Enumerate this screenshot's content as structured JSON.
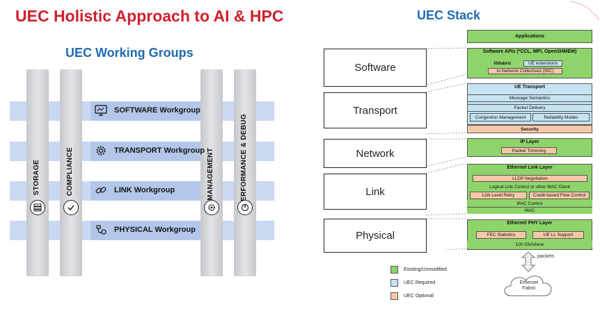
{
  "title": "UEC Holistic Approach to AI & HPC",
  "working_groups_title": "UEC Working Groups",
  "stack_title": "UEC Stack",
  "workgroups": [
    {
      "label": "SOFTWARE Workgroup",
      "icon": "monitor-icon"
    },
    {
      "label": "TRANSPORT Workgroup",
      "icon": "gear-icon"
    },
    {
      "label": "LINK Workgroup",
      "icon": "chain-link-icon"
    },
    {
      "label": "PHYSICAL Workgroup",
      "icon": "cable-plug-icon"
    }
  ],
  "vertical_groups": [
    {
      "label": "STORAGE",
      "icon": "storage-icon"
    },
    {
      "label": "COMPLIANCE",
      "icon": "check-circle-icon"
    },
    {
      "label": "MANAGEMENT",
      "icon": "gear-icon"
    },
    {
      "label": "PERFORMANCE & DEBUG",
      "icon": "gauge-icon"
    }
  ],
  "layers": [
    "Software",
    "Transport",
    "Network",
    "Link",
    "Physical"
  ],
  "stack": {
    "applications": "Applications",
    "software": {
      "header": "Software APIs (*CCL, MPI, OpenSHMEM)",
      "libfabric": "libfabric",
      "ue_extensions": "UE extensions",
      "inc": "In-Network Collectives (INC)"
    },
    "transport": {
      "header": "UE Transport",
      "message_semantics": "Message Semantics",
      "packet_delivery": "Packet Delivery",
      "congestion": "Congestion Management",
      "reliability": "Reliability Modes",
      "security": "Security"
    },
    "network": {
      "header": "IP Layer",
      "packet_trimming": "Packet Trimming"
    },
    "link": {
      "header": "Ethernet Link Layer",
      "lldp": "LLDP Negotiation",
      "llc": "Logical Link Control or other MAC Client",
      "llr": "Link Level Retry",
      "cbfc": "Credit-based Flow Control",
      "mac_control": "MAC Control",
      "mac": "MAC"
    },
    "physical": {
      "header": "Ethernet PHY Layer",
      "fec": "FEC Statistics",
      "ue_ll": "UE LL Support",
      "speed": "100 Gb/s/lane"
    },
    "packets": "packets",
    "fabric": "Ethernet Fabric"
  },
  "legend": [
    {
      "label": "Existing/Unmodified",
      "color": "#8ed46a"
    },
    {
      "label": "UEC Required",
      "color": "#c6e3f1"
    },
    {
      "label": "UEC Optional",
      "color": "#f6c8a7"
    }
  ]
}
